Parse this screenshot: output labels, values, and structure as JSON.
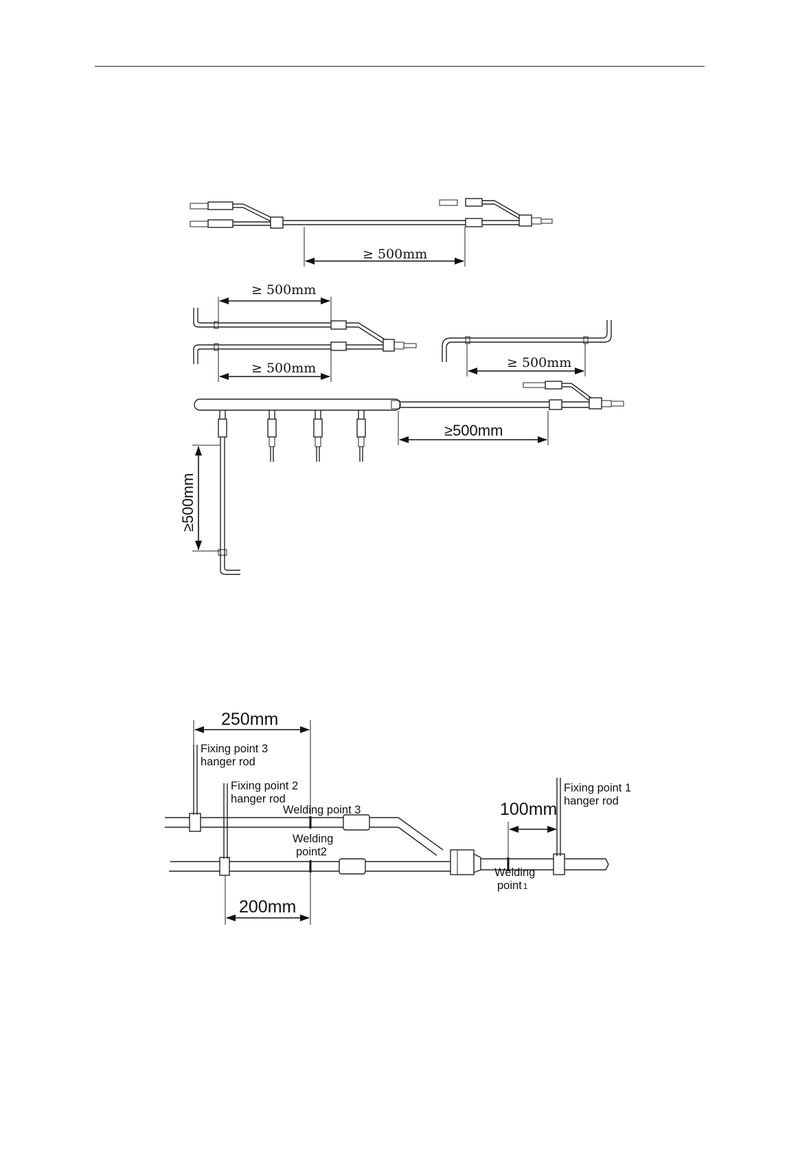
{
  "figure1": {
    "dim_top": "≥ 500mm",
    "dim_mid_upper": "≥ 500mm",
    "dim_mid_lower": "≥ 500mm",
    "dim_right": "≥ 500mm",
    "dim_header_outlet": "≥500mm",
    "dim_vertical": "≥500mm"
  },
  "figure2": {
    "dim_250": "250mm",
    "dim_200": "200mm",
    "dim_100": "100mm",
    "fix3_line1": "Fixing point 3",
    "fix3_line2": "hanger rod",
    "fix2_line1": "Fixing point 2",
    "fix2_line2": "hanger rod",
    "fix1_line1": "Fixing point 1",
    "fix1_line2": "hanger rod",
    "weld3": "Welding point 3",
    "weld2_line1": "Welding",
    "weld2_line2": "point2",
    "weld1_line1": "Welding",
    "weld1_line2": "point",
    "weld1_num": "1"
  }
}
